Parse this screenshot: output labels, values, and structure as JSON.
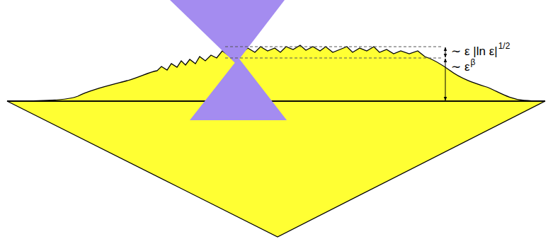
{
  "diagram": {
    "labels": [
      "∼ ε |ln ε|",
      "1/2",
      "∼ ε",
      "β"
    ]
  }
}
